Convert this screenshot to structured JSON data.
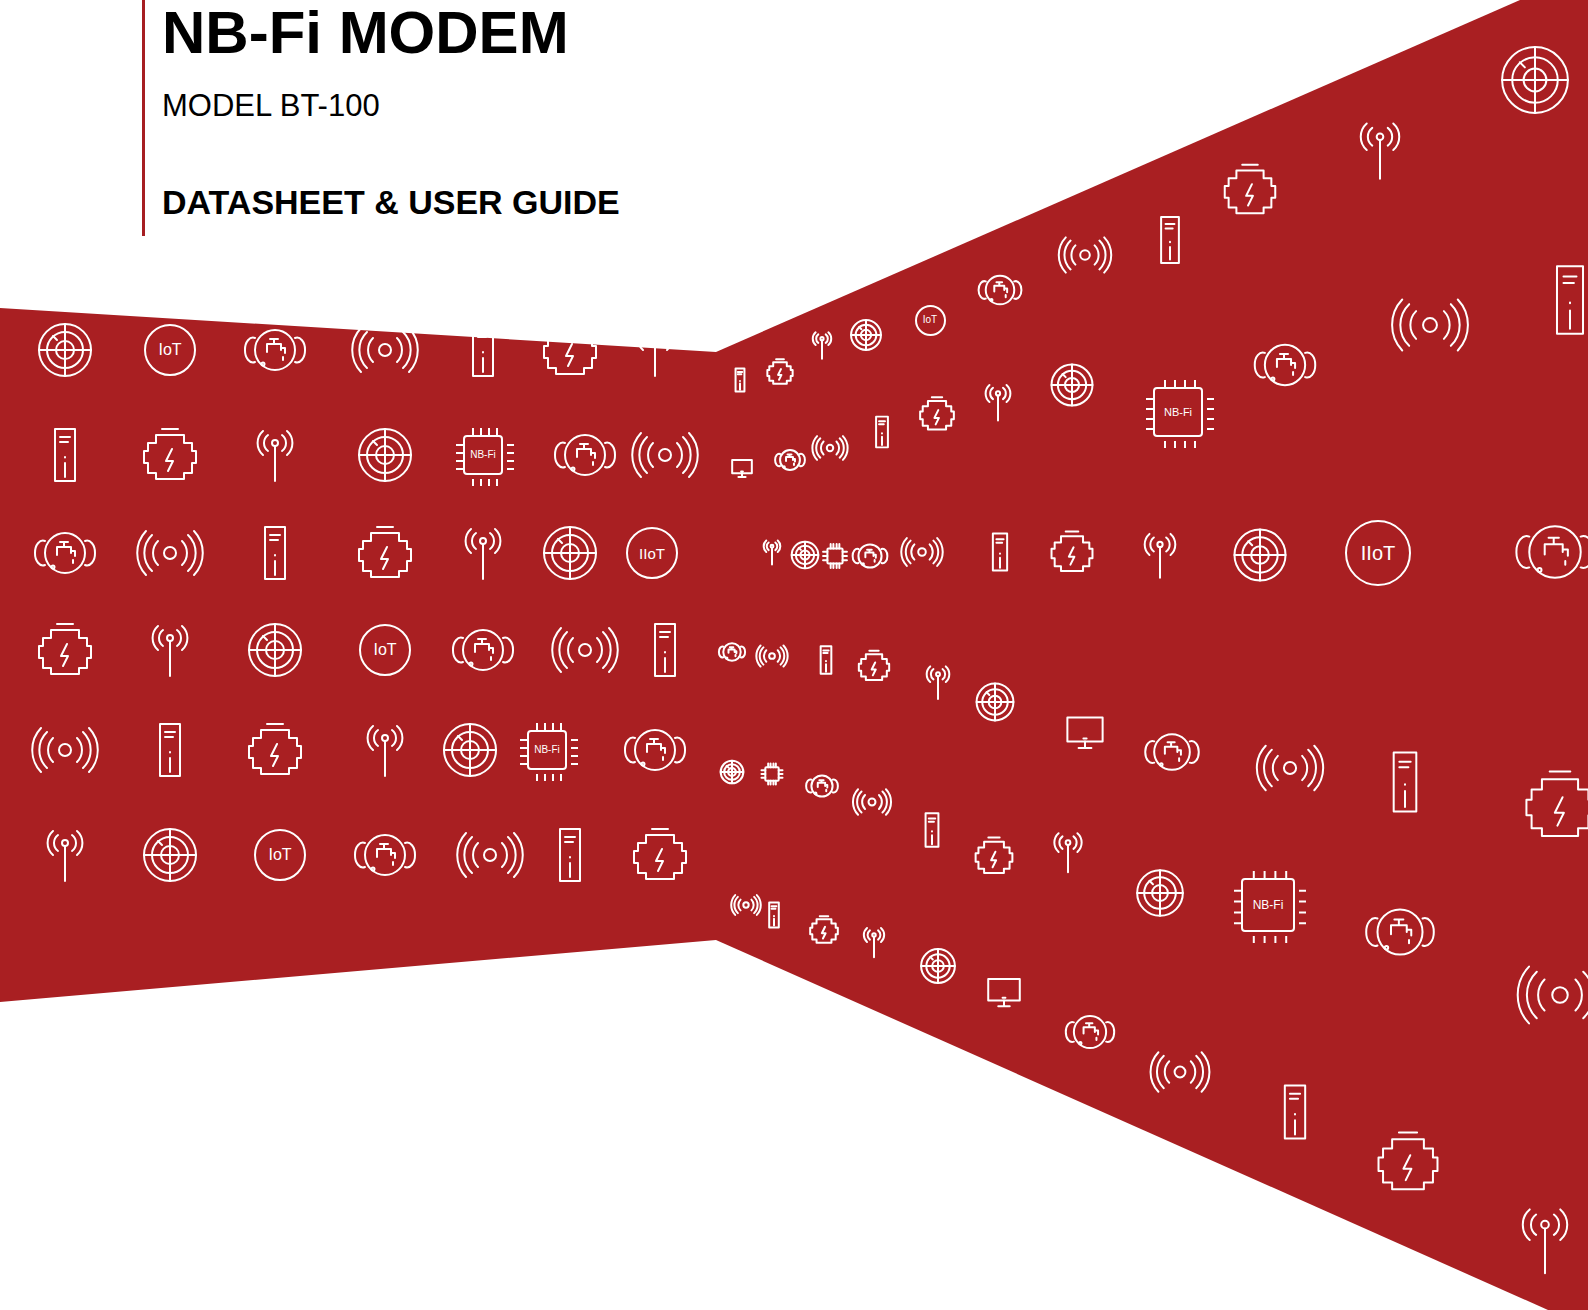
{
  "diagram": {
    "title": "NB-Fi MODEM",
    "nodes": [
      {
        "text": [
          "IoT"
        ]
      },
      {
        "text": [
          "NB-Fi"
        ]
      },
      {
        "text": [
          "IIoT"
        ]
      },
      {
        "text": [
          "IoT"
        ]
      },
      {
        "text": [
          "NB-Fi"
        ]
      },
      {
        "text": [
          "IoT"
        ]
      },
      {
        "text": [
          "IoT"
        ]
      },
      {
        "text": [
          "NB-Fi"
        ]
      },
      {
        "text": [
          "IIoT"
        ]
      },
      {
        "text": [
          "NB-Fi"
        ]
      }
    ],
    "labels": [
      "MODEL BT-100",
      "DATASHEET & USER GUIDE"
    ]
  }
}
